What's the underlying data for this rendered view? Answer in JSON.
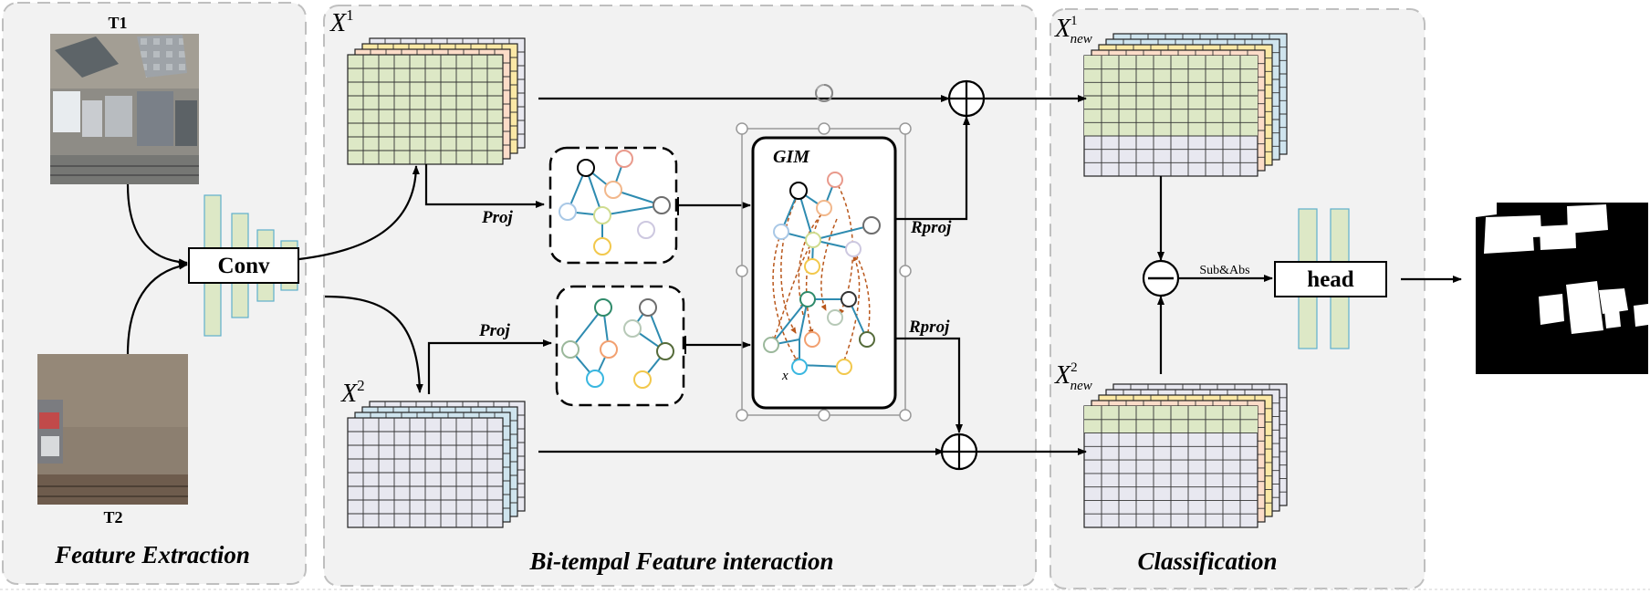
{
  "panels": {
    "feature_extraction": "Feature Extraction",
    "interaction": "Bi-tempal Feature interaction",
    "classification": "Classification"
  },
  "inputs": {
    "t1": "T1",
    "t2": "T2"
  },
  "blocks": {
    "conv": "Conv",
    "head": "head",
    "gim": "GIM"
  },
  "features": {
    "x1_base": "X",
    "x1_sup": "1",
    "x2_base": "X",
    "x2_sup": "2",
    "x1new_base": "X",
    "x1new_sup": "1",
    "x1new_sub": "new",
    "x2new_base": "X",
    "x2new_sup": "2",
    "x2new_sub": "new"
  },
  "edges": {
    "proj_top": "Proj",
    "proj_bottom": "Proj",
    "rproj_top": "Rproj",
    "rproj_bottom": "Rproj",
    "subabs": "Sub&Abs",
    "gim_node_label": "x"
  },
  "operators": {
    "add": "+",
    "subtract": "−"
  },
  "colors": {
    "panel_fill": "#f2f2f2",
    "panel_border": "#bfbfbf",
    "green_layer": "#dde8c6",
    "gray_layer": "#e8e8f0",
    "blue_layer": "#cfe4ee",
    "yellow_layer": "#fbe8a6",
    "peach_layer": "#fcdcc8",
    "bar_green": "#dde8c6",
    "bar_border": "#5fb0cc",
    "edge": "#2e8bb0",
    "dashed_arrow": "#b9571b"
  }
}
